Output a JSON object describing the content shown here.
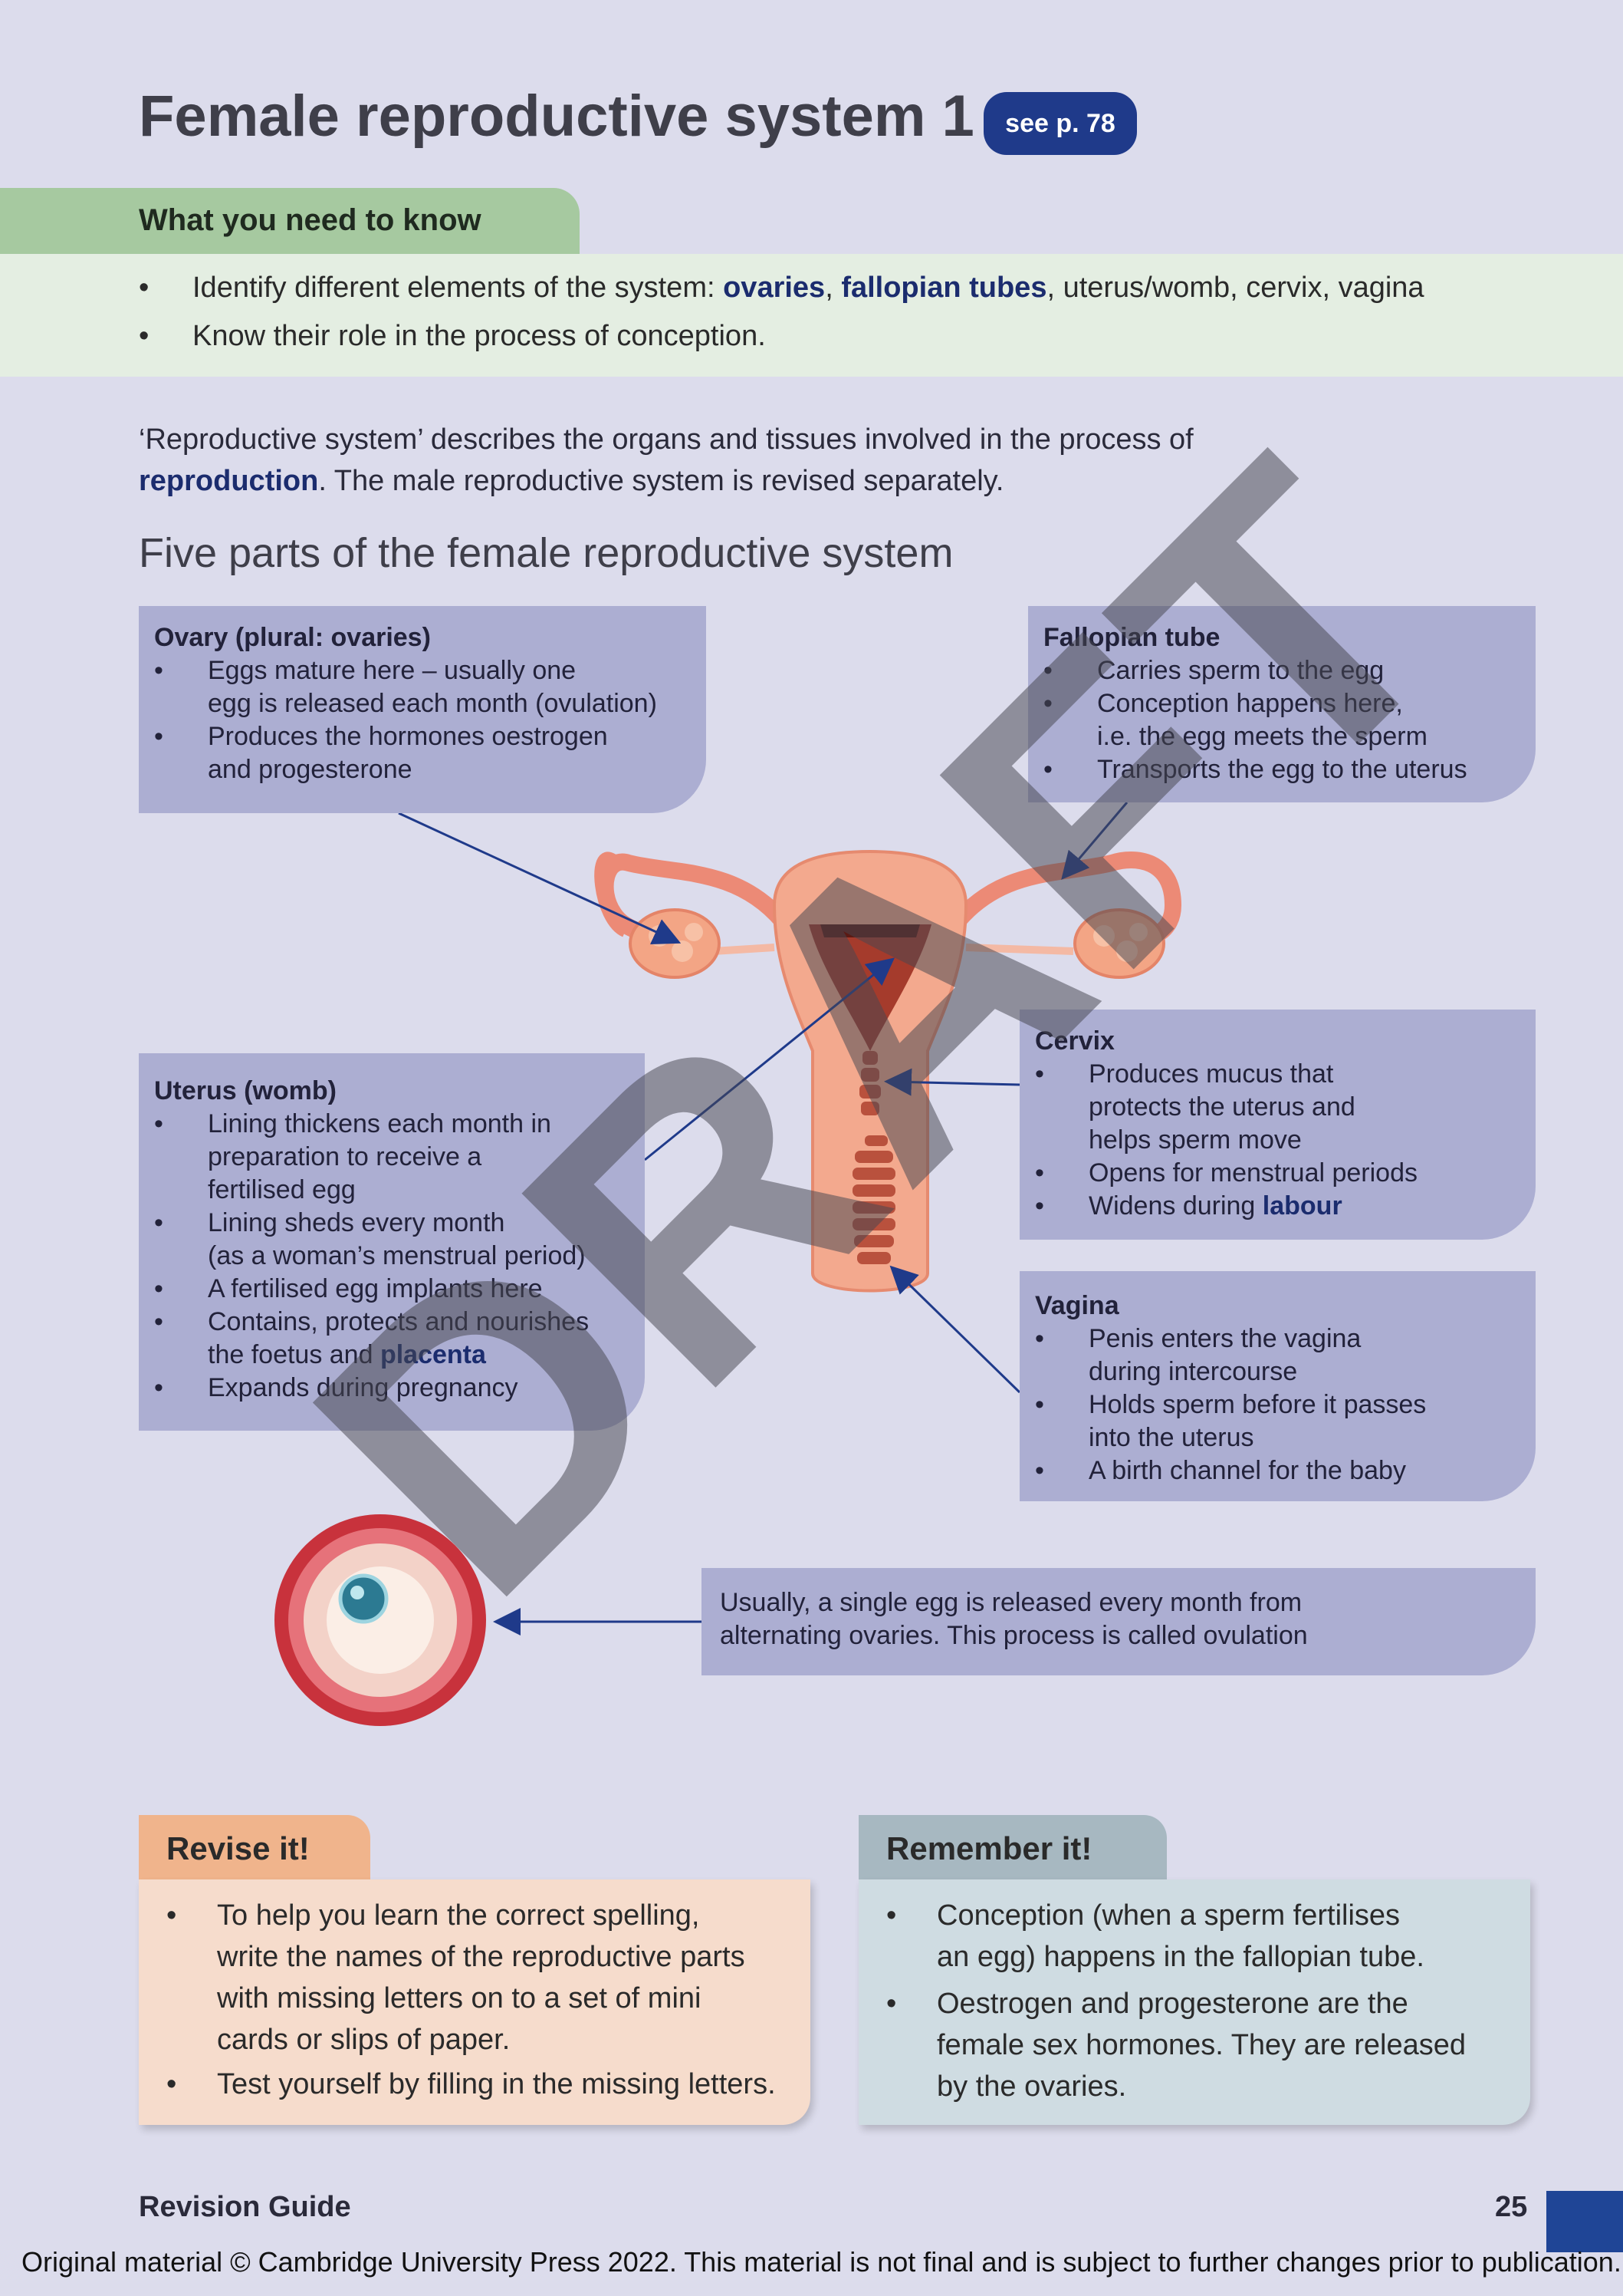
{
  "header": {
    "title": "Female reproductive system 1",
    "see_badge": "see p. 78"
  },
  "need_to_know": {
    "heading": "What you need to know",
    "item1_prefix": "Identify different elements of the system: ",
    "item1_bold1": "ovaries",
    "item1_sep": ", ",
    "item1_bold2": "fallopian tubes",
    "item1_suffix": ", uterus/womb, cervix, vagina",
    "item2": "Know their role in the process of conception."
  },
  "intro": {
    "text1": "‘Reproductive system’ describes the organs and tissues involved in the process of",
    "bold": "reproduction",
    "text2": ". The male reproductive system is revised separately."
  },
  "section_heading": "Five parts of the female reproductive system",
  "cards": {
    "ovary": {
      "title": "Ovary (plural: ovaries)",
      "b1a": "Eggs mature here – usually one",
      "b1b": "egg is released each month (ovulation)",
      "b2a": "Produces the hormones oestrogen",
      "b2b": "and progesterone"
    },
    "tube": {
      "title": "Fallopian tube",
      "b1": "Carries sperm to the egg",
      "b2a": "Conception happens here,",
      "b2b": "i.e. the egg meets the sperm",
      "b3": "Transports the egg to the uterus"
    },
    "uterus": {
      "title": "Uterus (womb)",
      "b1a": "Lining thickens each month in",
      "b1b": "preparation to receive a",
      "b1c": "fertilised egg",
      "b2a": "Lining sheds every month",
      "b2b": "(as a woman’s menstrual period)",
      "b3": "A fertilised egg implants here",
      "b4a": "Contains, protects and nourishes",
      "b4b_prefix": "the foetus and ",
      "b4b_bold": "placenta",
      "b5": "Expands during pregnancy"
    },
    "cervix": {
      "title": "Cervix",
      "b1a": "Produces mucus that",
      "b1b": "protects the uterus and",
      "b1c": "helps sperm move",
      "b2": "Opens for menstrual periods",
      "b3_prefix": "Widens during ",
      "b3_bold": "labour"
    },
    "vagina": {
      "title": "Vagina",
      "b1a": "Penis enters the vagina",
      "b1b": "during intercourse",
      "b2a": "Holds sperm before it passes",
      "b2b": "into the uterus",
      "b3": "A birth channel for the baby"
    },
    "egg": {
      "line1": "Usually, a single egg is released every month from",
      "line2": "alternating ovaries. This process is called ovulation"
    }
  },
  "revise": {
    "heading": "Revise it!",
    "tip1a": "To help you learn the correct spelling,",
    "tip1b": "write the names of the reproductive parts",
    "tip1c": "with missing letters on to a set of mini",
    "tip1d": "cards or slips of paper.",
    "tip2": "Test yourself by filling in the missing letters."
  },
  "remember": {
    "heading": "Remember it!",
    "tip1a": "Conception (when a sperm fertilises",
    "tip1b": "an egg) happens in the fallopian tube.",
    "tip2a": "Oestrogen and progesterone are the",
    "tip2b": "female sex hormones. They are released",
    "tip2c": "by the ovaries."
  },
  "footer": {
    "left": "Revision Guide",
    "page_number": "25",
    "copyright": "Original material © Cambridge University Press 2022. This material is not final and is subject to further changes prior to publication."
  },
  "watermark": "DRAFT",
  "colors": {
    "page_bg": "#dcdcec",
    "badge": "#1f3a8a",
    "highlight_text": "#1b2c6e",
    "card": "#acaed2",
    "know_tab": "#a6c9a0",
    "revise_tab": "#f0b48c",
    "remember_tab": "#a7b8c1",
    "arrow": "#1f3a8a"
  }
}
